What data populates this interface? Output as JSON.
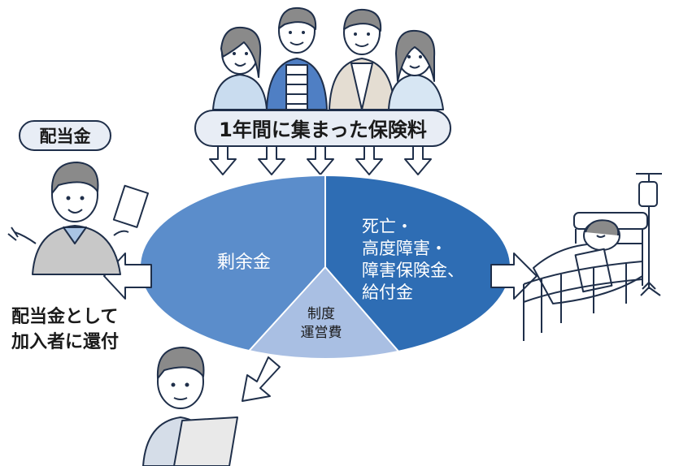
{
  "header": {
    "premium_label": "1年間に集まった保険料"
  },
  "badge": {
    "dividend_label": "配当金"
  },
  "pie": {
    "surplus_label": "剰余金",
    "admin_line1": "制度",
    "admin_line2": "運営費",
    "benefit_lines": [
      "死亡・",
      "高度障害・",
      "障害保険金、",
      "給付金"
    ]
  },
  "refund": {
    "line1": "配当金として",
    "line2": "加入者に還付"
  },
  "colors": {
    "surplus": "#5b8dcb",
    "benefits": "#2e6db4",
    "admin": "#a9bfe3",
    "pill": "#e8edf5",
    "outline": "#1f2f4a"
  },
  "icons": [
    "family-group-icon",
    "dividend-man-icon",
    "hospital-bed-patient-icon",
    "laptop-worker-icon",
    "arrow-icon"
  ]
}
